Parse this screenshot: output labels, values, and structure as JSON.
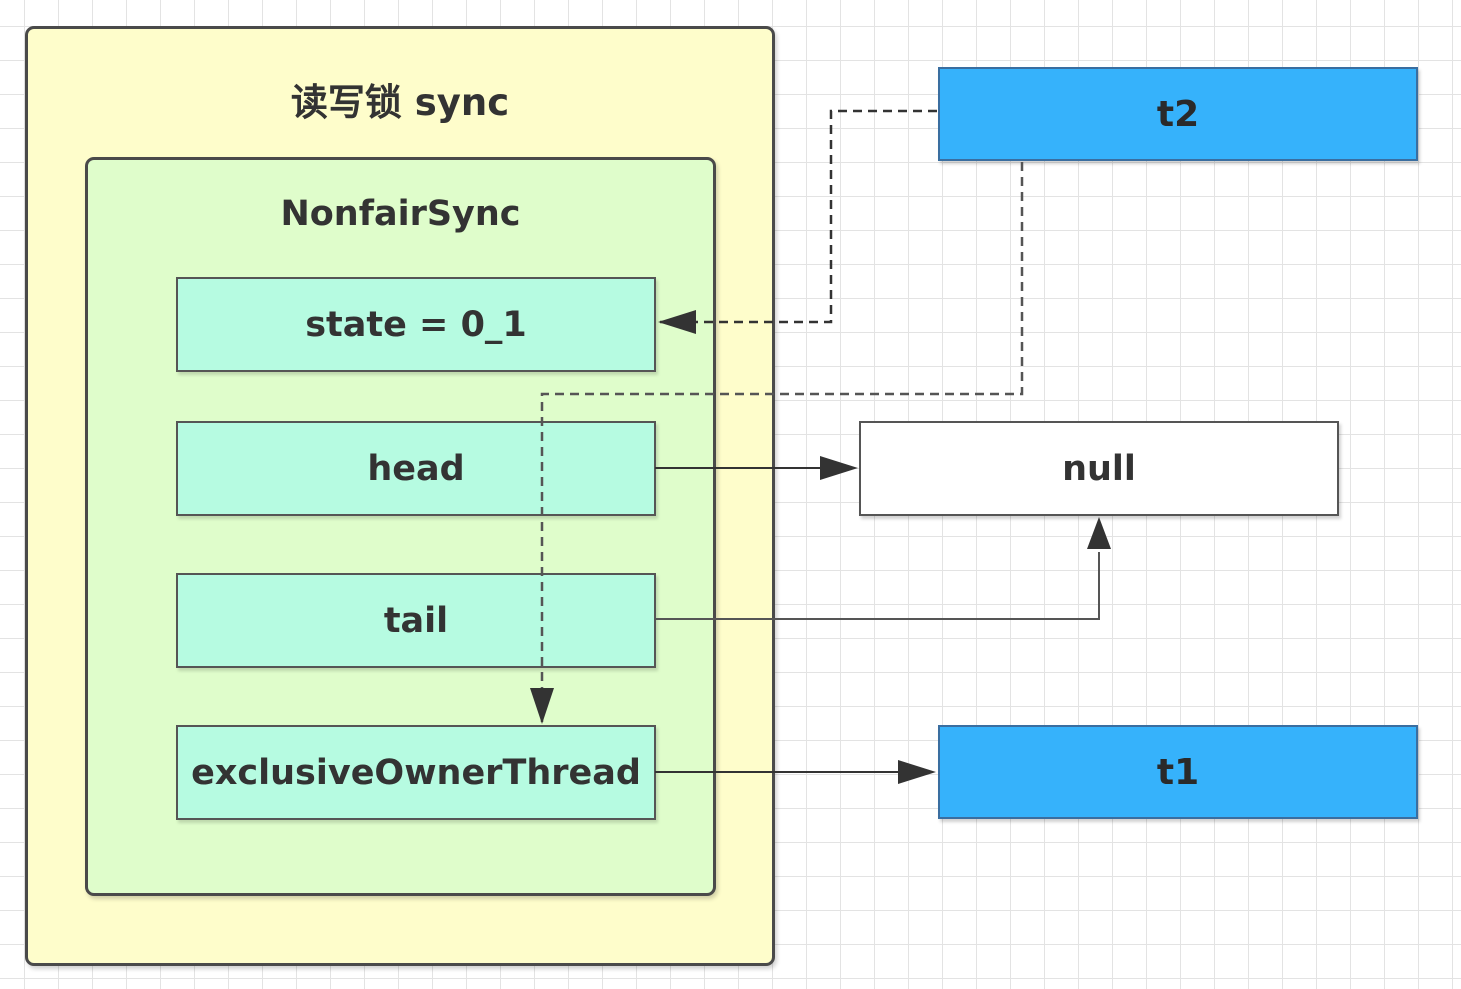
{
  "diagram": {
    "containers": {
      "outer_title": "读写锁 sync",
      "inner_title": "NonfairSync"
    },
    "fields": {
      "state": "state = 0_1",
      "head": "head",
      "tail": "tail",
      "owner": "exclusiveOwnerThread"
    },
    "nodes": {
      "t2": "t2",
      "null": "null",
      "t1": "t1"
    },
    "colors": {
      "outer_fill": "#fefdcb",
      "inner_fill": "#dffdcb",
      "field_fill": "#b6fbe1",
      "thread_fill": "#36b2fb",
      "null_fill": "#ffffff",
      "line": "#333333"
    },
    "edges": [
      {
        "from": "t2",
        "to": "state",
        "style": "dashed"
      },
      {
        "from": "t2",
        "to": "owner",
        "style": "dashed"
      },
      {
        "from": "head",
        "to": "null",
        "style": "solid"
      },
      {
        "from": "tail",
        "to": "null",
        "style": "solid"
      },
      {
        "from": "owner",
        "to": "t1",
        "style": "solid"
      }
    ]
  }
}
